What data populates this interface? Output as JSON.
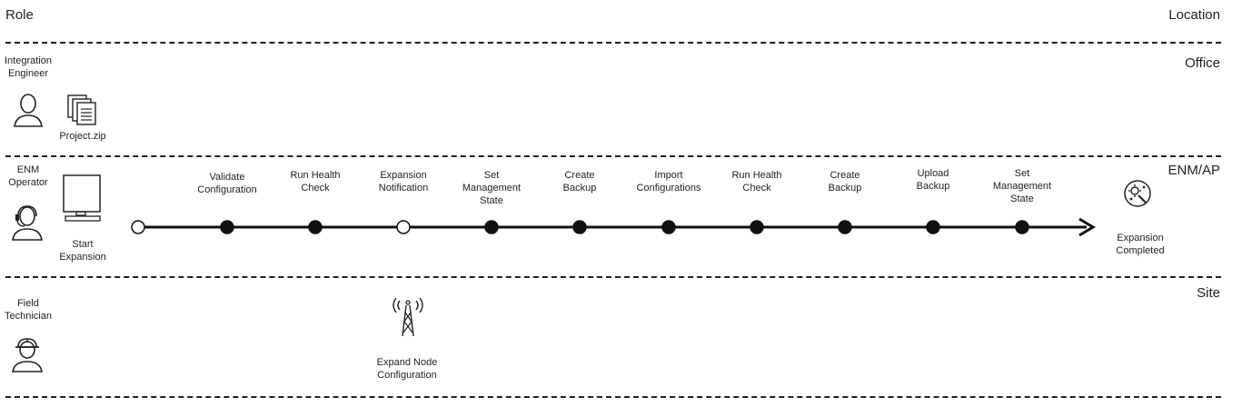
{
  "header": {
    "role_label": "Role",
    "location_label": "Location"
  },
  "lanes": [
    {
      "role": "Integration\nEngineer",
      "location": "Office"
    },
    {
      "role": "ENM\nOperator",
      "location": "ENM/AP"
    },
    {
      "role": "Field\nTechnician",
      "location": "Site"
    }
  ],
  "office": {
    "file_label": "Project.zip"
  },
  "enm": {
    "start_label": "Start\nExpansion",
    "end_label": "Expansion\nCompleted"
  },
  "site": {
    "node_label": "Expand Node\nConfiguration"
  },
  "timeline": {
    "steps": [
      {
        "label": "",
        "marker": "open"
      },
      {
        "label": "Validate\nConfiguration",
        "marker": "filled"
      },
      {
        "label": "Run Health\nCheck",
        "marker": "filled"
      },
      {
        "label": "Expansion\nNotification",
        "marker": "open"
      },
      {
        "label": "Set\nManagement\nState",
        "marker": "filled"
      },
      {
        "label": "Create\nBackup",
        "marker": "filled"
      },
      {
        "label": "Import\nConfigurations",
        "marker": "filled"
      },
      {
        "label": "Run Health\nCheck",
        "marker": "filled"
      },
      {
        "label": "Create\nBackup",
        "marker": "filled"
      },
      {
        "label": "Upload\nBackup",
        "marker": "filled"
      },
      {
        "label": "Set\nManagement\nState",
        "marker": "filled"
      }
    ]
  }
}
